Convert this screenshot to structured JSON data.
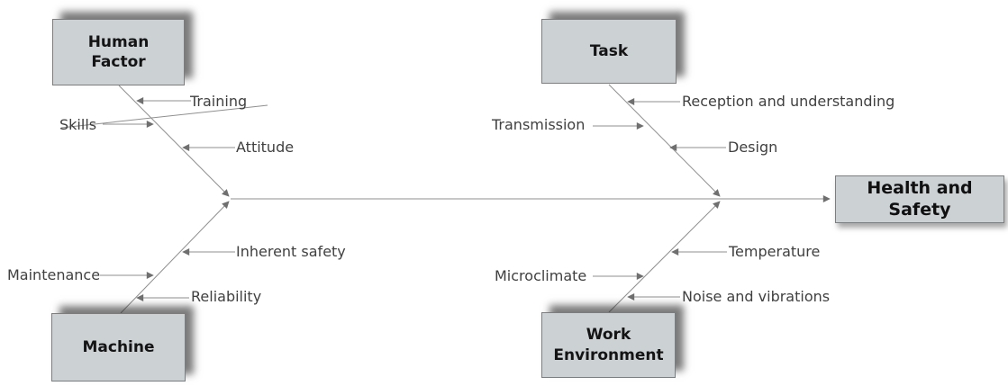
{
  "diagram": {
    "effect_box": "Health and\nSafety",
    "category_boxes": {
      "human_factor": "Human\nFactor",
      "task": "Task",
      "machine": "Machine",
      "work_environment": "Work\nEnvironment"
    },
    "causes": {
      "human_factor": [
        "Training",
        "Skills",
        "Attitude"
      ],
      "task": [
        "Reception and understanding",
        "Transmission",
        "Design"
      ],
      "machine": [
        "Inherent safety",
        "Maintenance",
        "Reliability"
      ],
      "work_environment": [
        "Temperature",
        "Microclimate",
        "Noise and vibrations"
      ]
    },
    "colors": {
      "background": "#ffffff",
      "box_fill": "#ccd1d4",
      "box_border": "#7d7d7d",
      "box_text": "#141414",
      "line": "#8f8f8f",
      "arrowhead": "#6f6f6f",
      "label_text": "#404040"
    }
  }
}
